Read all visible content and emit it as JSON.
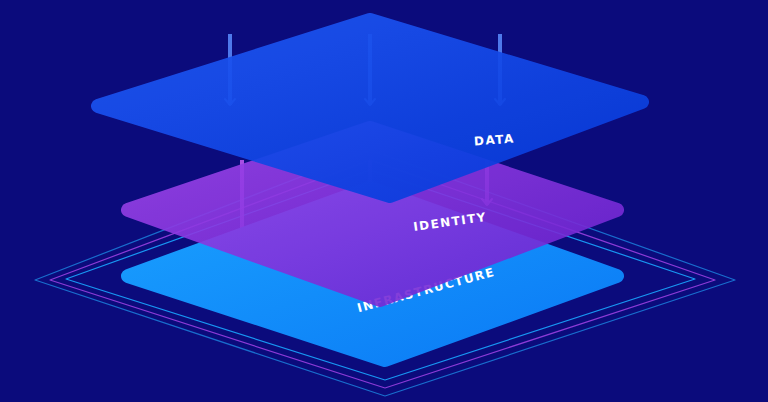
{
  "diagram": {
    "nodes": [
      {
        "text": [
          "DATA"
        ]
      },
      {
        "text": [
          "IDENTITY"
        ]
      },
      {
        "text": [
          "INFRASTRUCTURE"
        ]
      }
    ],
    "edges": [
      {
        "from": 0,
        "to": 1,
        "arrow": "to"
      },
      {
        "from": 0,
        "to": 1,
        "arrow": "to"
      },
      {
        "from": 0,
        "to": 1,
        "arrow": "to"
      },
      {
        "from": 1,
        "to": 2,
        "arrow": "to"
      },
      {
        "from": 1,
        "to": 2,
        "arrow": "to"
      },
      {
        "from": 1,
        "to": 2,
        "arrow": "to"
      }
    ]
  }
}
